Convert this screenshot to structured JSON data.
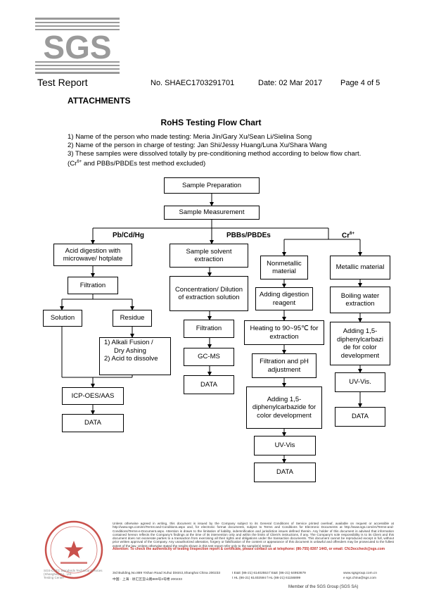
{
  "logo": {
    "text": "SGS"
  },
  "header": {
    "title": "Test Report",
    "report_no": "No. SHAEC1703291701",
    "date": "Date: 02 Mar 2017",
    "page": "Page 4 of 5"
  },
  "section_heading": "ATTACHMENTS",
  "flow_title": "RoHS Testing Flow Chart",
  "notes": {
    "line1": "1) Name of the person who made testing: Meria Jin/Gary Xu/Sean Li/Sielina Song",
    "line2": "2) Name of the person in charge of testing: Jan Shi/Jessy Huang/Luna Xu/Shara Wang",
    "line3": "3) These samples were dissolved totally by pre-conditioning method according to below flow chart.",
    "line4_prefix": "(Cr",
    "line4_sup": "6+",
    "line4_rest": " and PBBs/PBDEs test method excluded)"
  },
  "flow": {
    "sample_preparation": "Sample Preparation",
    "sample_measurement": "Sample Measurement",
    "branch_metals": "Pb/Cd/Hg",
    "branch_pbb": "PBBs/PBDEs",
    "branch_cr": "Cr",
    "branch_cr_sup": "6+",
    "acid_digestion": "Acid digestion with microwave/ hotplate",
    "filtration_left": "Filtration",
    "solution": "Solution",
    "residue": "Residue",
    "alkali_line1": "1) Alkali Fusion /",
    "alkali_line2": "Dry Ashing",
    "alkali_line3": "2) Acid to dissolve",
    "icp": "ICP-OES/AAS",
    "data_left": "DATA",
    "solvent_extraction": "Sample solvent extraction",
    "concentration": "Concentration/ Dilution of extraction solution",
    "filtration_mid": "Filtration",
    "gcms": "GC-MS",
    "data_mid": "DATA",
    "nonmetallic": "Nonmetallic material",
    "adding_digestion": "Adding digestion reagent",
    "heating": "Heating to 90~95℃ for extraction",
    "filtration_ph": "Filtration and pH adjustment",
    "adding_dpc_a": "Adding 1,5-diphenylcarbazide for color development",
    "uvvis_a": "UV-Vis",
    "data_a": "DATA",
    "metallic": "Metallic material",
    "boiling": "Boiling water extraction",
    "adding_dpc_b": "Adding 1,5-diphenylcarbazi de for color development",
    "uvvis_b": "UV-Vis.",
    "data_b": "DATA"
  },
  "footer": {
    "legal": "Unless otherwise agreed in writing, this document is issued by the Company subject to its General Conditions of Service printed overleaf, available on request or accessible at http://www.sgs.com/en/Terms-and-Conditions.aspx and, for electronic format documents, subject to Terms and Conditions for Electronic Documents at http://www.sgs.com/en/Terms-and-Conditions/Terms-e-Document.aspx. Attention is drawn to the limitation of liability, indemnification and jurisdiction issues defined therein. Any holder of this document is advised that information contained hereon reflects the Company's findings at the time of its intervention only and within the limits of Client's instructions, if any. The Company's sole responsibility is to its Client and this document does not exonerate parties to a transaction from exercising all their rights and obligations under the transaction documents. This document cannot be reproduced except in full, without prior written approval of the Company. Any unauthorized alteration, forgery or falsification of the content or appearance of this document is unlawful and offenders may be prosecuted to the fullest extent of the law. Unless otherwise stated the results shown in this test report refer only to the sample(s) tested.",
    "attention": "Attention: To check the authenticity of testing /inspection report & certificate, please contact us at telephone: (86-755) 8307 1443, or email: CN.Doccheck@sgs.com",
    "address_en": "3rd Building,No.889 Yishan Road Xuhui District,Shanghai China   200233",
    "address_cn": "中国 · 上海 · 徐汇区宜山路889号3号楼   200233",
    "tel_en": "t E&E (86-21) 61402553   f E&E (86-21) 64953679",
    "tel_cn": "t HL (86-21) 61402594   f HL (86-21) 61156899",
    "web": "www.sgsgroup.com.cn",
    "email": "e sgs.china@sgs.com",
    "lab_line1": "SGS-CSTC Standards Technical Services (Shanghai) Co., Ltd.",
    "lab_line2": "Testing Center",
    "member": "Member of the SGS Group (SGS SA)"
  },
  "colors": {
    "logo_gray": "#9a9a9a",
    "stamp_red": "#c0322d"
  }
}
